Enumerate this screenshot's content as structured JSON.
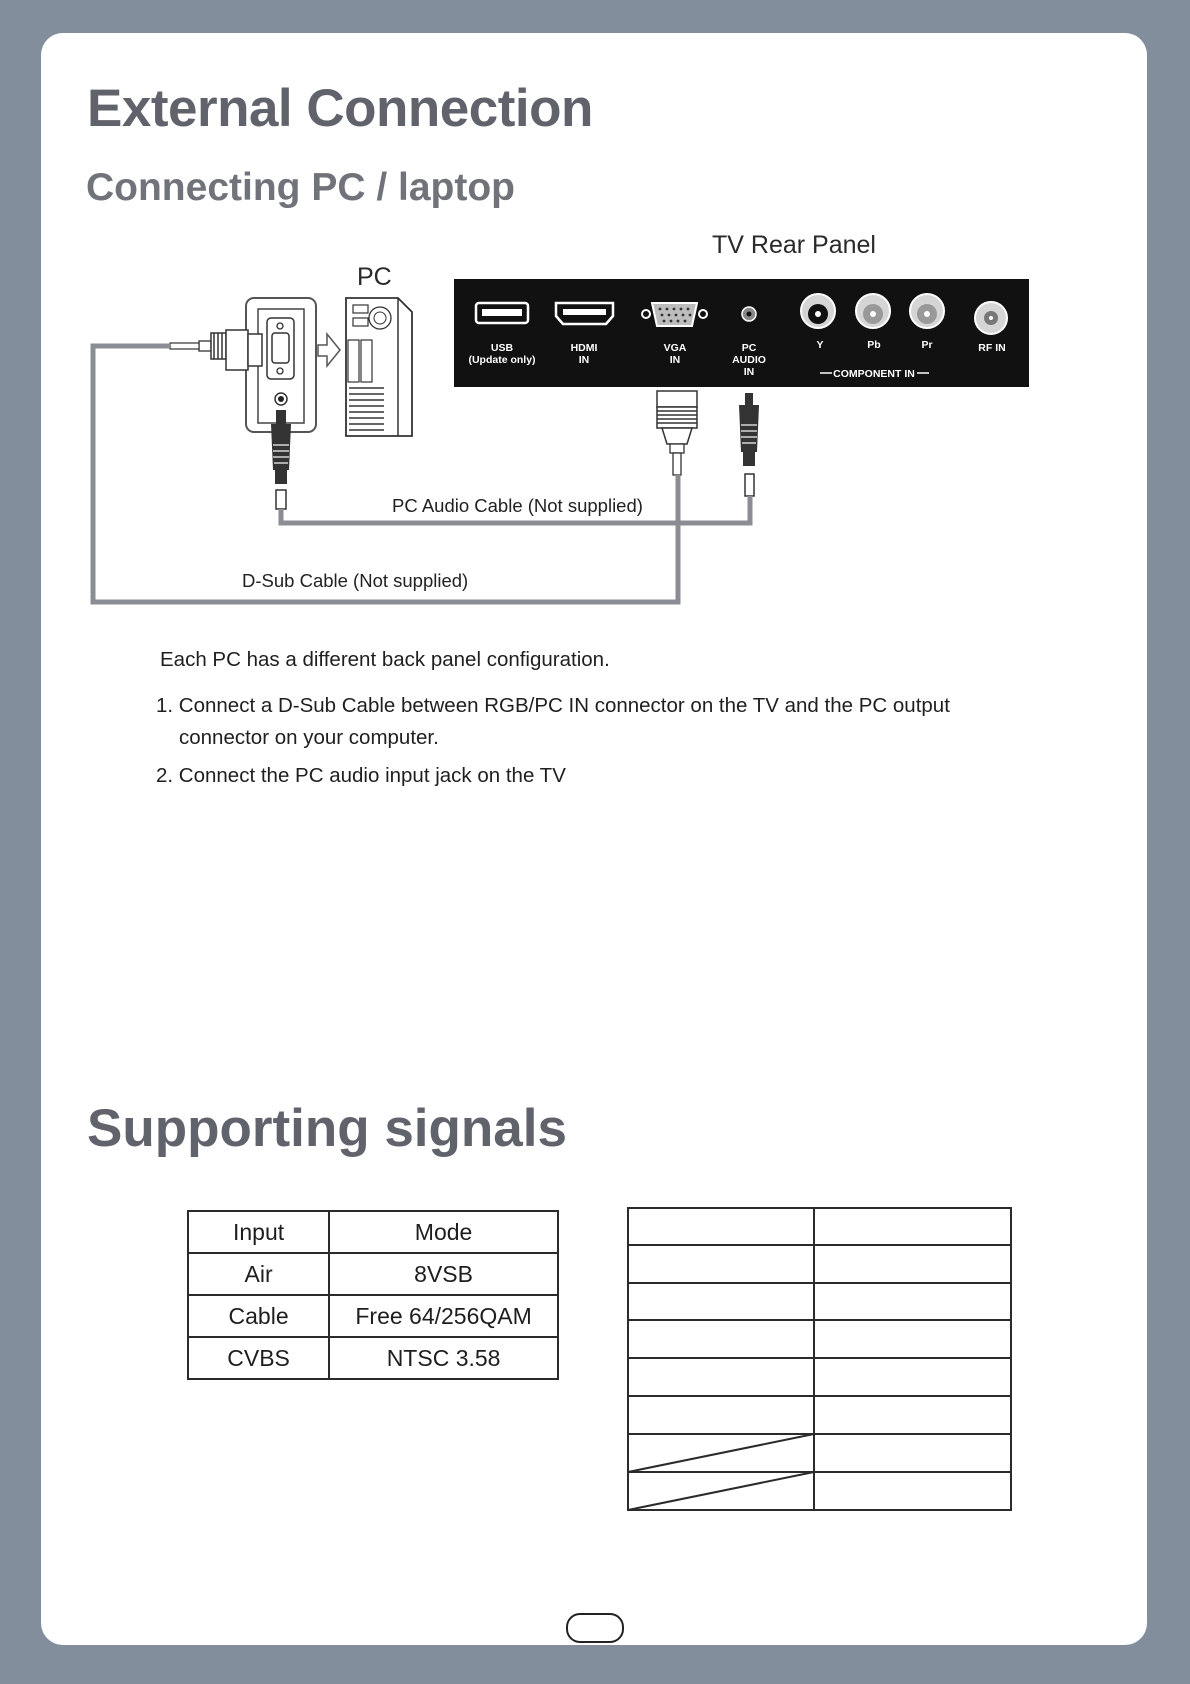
{
  "page": {
    "title": "External Connection",
    "subtitle": "Connecting PC / laptop",
    "section2_title": "Supporting signals"
  },
  "diagram": {
    "tv_panel_title": "TV Rear Panel",
    "pc_label": "PC",
    "ports": {
      "usb": [
        "USB",
        "(Update only)"
      ],
      "hdmi": [
        "HDMI",
        "IN"
      ],
      "vga": [
        "VGA",
        "IN"
      ],
      "pc_audio": [
        "PC",
        "AUDIO",
        "IN"
      ],
      "y": "Y",
      "pb": "Pb",
      "pr": "Pr",
      "rf": "RF IN",
      "component": "COMPONENT IN"
    },
    "audio_cable_label": "PC Audio Cable (Not supplied)",
    "dsub_cable_label": "D-Sub Cable (Not supplied)"
  },
  "instructions": {
    "intro": "Each PC has a different back panel configuration.",
    "step1_line1": "1. Connect a D-Sub Cable between RGB/PC IN connector on the TV and the PC output",
    "step1_line2": "connector on your computer.",
    "step2": "2. Connect the PC audio input jack on the TV"
  },
  "signals_table": {
    "headers": [
      "Input",
      "Mode"
    ],
    "rows": [
      [
        "Air",
        "8VSB"
      ],
      [
        "Cable",
        "Free 64/256QAM"
      ],
      [
        "CVBS",
        "NTSC 3.58"
      ]
    ]
  },
  "colors": {
    "background": "#838e9c",
    "heading": "#60636b",
    "panel": "#111111",
    "cable": "#8a8d93"
  }
}
